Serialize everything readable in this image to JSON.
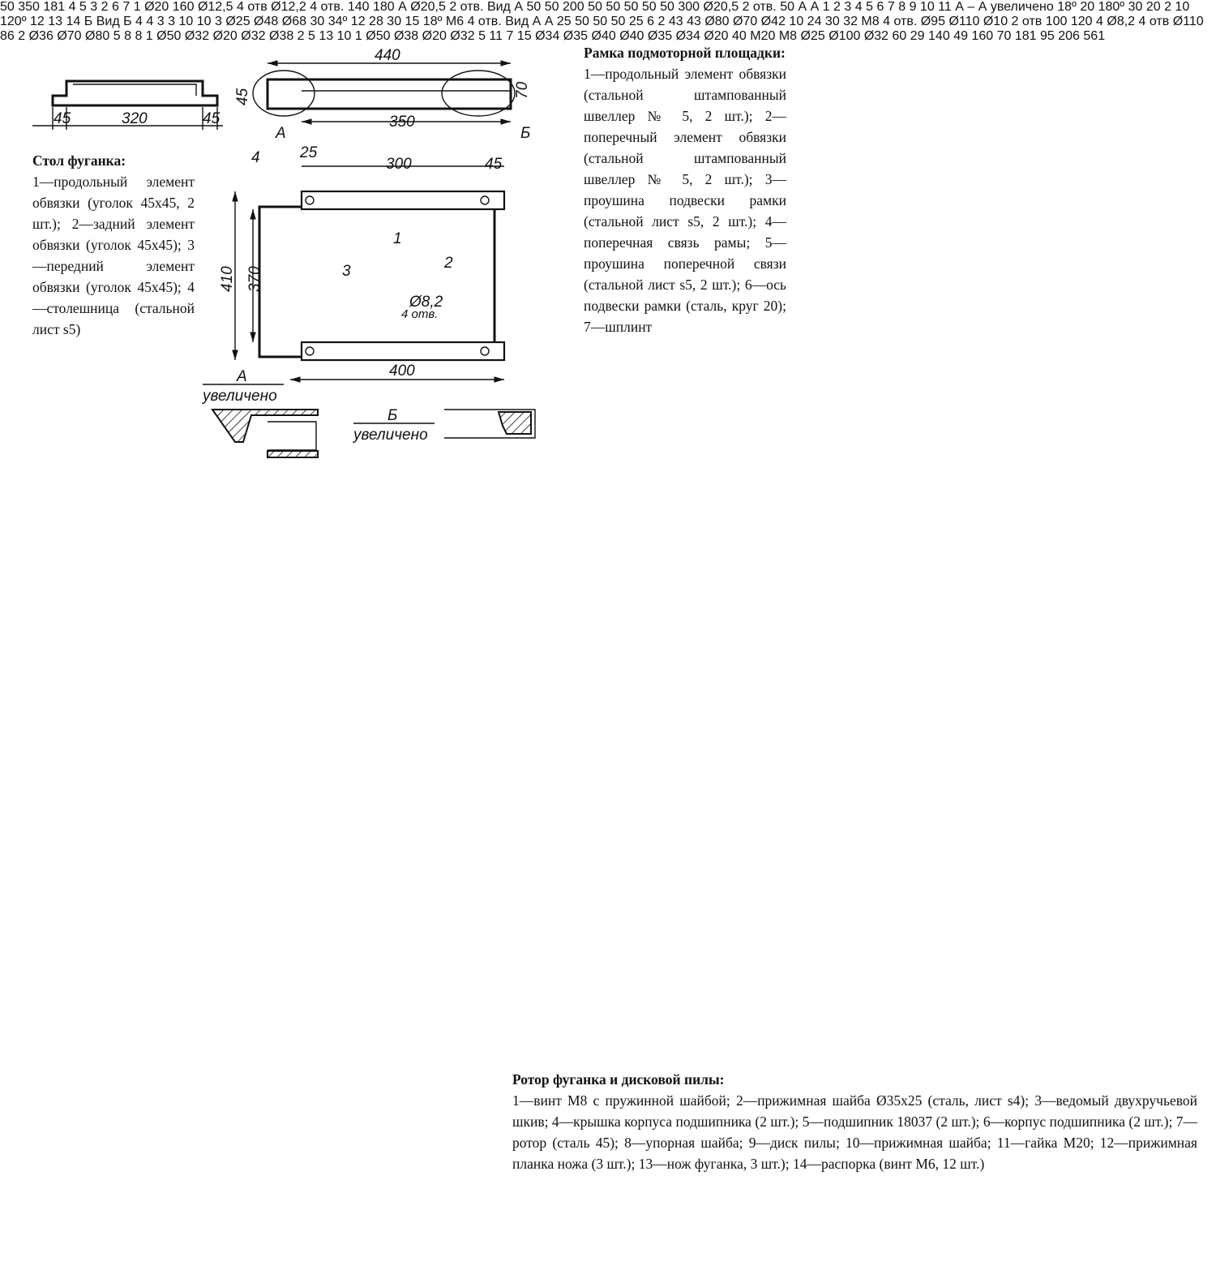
{
  "captions": {
    "table": {
      "title": "Стол фуганка:",
      "body": "1—продольный элемент обвязки (уголок 45х45, 2 шт.); 2—задний элемент обвязки (уголок 45х45); 3—передний элемент обвязки (уголок 45х45); 4—столешница (стальной лист s5)"
    },
    "frame": {
      "title": "Рамка подмоторной площадки:",
      "body": "1—продольный элемент обвязки (стальной штампованный швеллер № 5, 2 шт.); 2—поперечный элемент обвязки (стальной штампованный швеллер № 5, 2 шт.); 3—проушина подвески рамки (стальной лист s5, 2 шт.); 4—поперечная связь рамы; 5—проушина поперечной связи (стальной лист s5, 2 шт.); 6—ось подвески рамки (сталь, круг 20); 7—шплинт"
    },
    "rotor": {
      "title": "Ротор фуганка и дисковой пилы:",
      "body": "1—винт М8 с пружинной шайбой; 2—прижимная шайба Ø35х25 (сталь, лист s4); 3—ведомый двухручьевой шкив; 4—крышка корпуса подшипника (2 шт.); 5—подшипник 18037 (2 шт.); 6—корпус подшипника (2 шт.); 7—ротор (сталь 45); 8—упорная шайба; 9—диск пилы; 10—прижимная шайба; 11—гайка М20; 12—прижимная планка ножа (3 шт.); 13—нож фуганка, 3 шт.); 14—распорка (винт М6, 12 шт.)"
    }
  },
  "table_drawing": {
    "dims": [
      "45",
      "320",
      "45",
      "440",
      "45",
      "70",
      "350",
      "25",
      "300",
      "45",
      "410",
      "370",
      "Ø8,2",
      "4 отв.",
      "400"
    ],
    "parts": [
      "1",
      "2",
      "3",
      "4"
    ],
    "views": [
      "А",
      "Б",
      "А",
      "увеличено",
      "Б",
      "увеличено"
    ]
  },
  "frame_drawing": {
    "dims": [
      "50",
      "350",
      "181",
      "160",
      "Ø12,5",
      "4 отв",
      "Ø12,2",
      "4 отв.",
      "140",
      "180",
      "Ø20",
      "Ø20,5",
      "2 отв.",
      "Вид А",
      "50",
      "50",
      "200",
      "50",
      "50",
      "50",
      "50",
      "50",
      "300",
      "Ø20,5",
      "2 отв.",
      "50"
    ],
    "parts": [
      "4",
      "5",
      "3",
      "2",
      "6",
      "7",
      "1"
    ],
    "arrow": "А"
  },
  "rotor_assembly": {
    "parts": [
      "1",
      "2",
      "3",
      "4",
      "5",
      "6",
      "7",
      "8",
      "9",
      "10",
      "11"
    ],
    "section": [
      "А",
      "А"
    ]
  },
  "section_aa": {
    "title": "А – А",
    "sub": "увеличено",
    "dims": [
      "18º",
      "20",
      "180º",
      "30",
      "20",
      "2",
      "10",
      "120º",
      "12",
      "13",
      "14"
    ],
    "vid_b": "Вид Б",
    "b_dims": [
      "4",
      "4"
    ],
    "arrow_b": "Б"
  },
  "pulley": {
    "id": "3",
    "dims": [
      "3",
      "10",
      "10",
      "3",
      "Ø25",
      "Ø48",
      "Ø68",
      "30",
      "34º"
    ]
  },
  "clamp_strip": {
    "id": "12",
    "dims": [
      "28",
      "30",
      "15",
      "18º",
      "М6",
      "4 отв.",
      "Вид А",
      "А",
      "25",
      "50",
      "50",
      "50",
      "25"
    ]
  },
  "housing": {
    "id": "6",
    "dims": [
      "2",
      "43",
      "43",
      "Ø80",
      "Ø70",
      "Ø42",
      "10",
      "24",
      "30",
      "32",
      "М8",
      "4 отв.",
      "Ø95",
      "Ø110",
      "Ø10",
      "2 отв",
      "100",
      "120"
    ]
  },
  "cover": {
    "id": "4",
    "dims": [
      "Ø8,2",
      "4 отв",
      "Ø110",
      "86",
      "2",
      "Ø36",
      "Ø70",
      "Ø80",
      "5",
      "8"
    ]
  },
  "washer8": {
    "id": "8",
    "dims": [
      "1",
      "Ø50",
      "Ø32",
      "Ø20",
      "Ø32",
      "Ø38",
      "2",
      "5",
      "13"
    ]
  },
  "washer10": {
    "id": "10",
    "dims": [
      "1",
      "Ø50",
      "Ø38",
      "Ø20",
      "Ø32",
      "5",
      "11"
    ]
  },
  "shaft": {
    "id": "7",
    "dims": [
      "15",
      "Ø34",
      "Ø35",
      "Ø40",
      "Ø40",
      "Ø35",
      "Ø34",
      "Ø20",
      "40",
      "М20",
      "М8",
      "Ø25",
      "Ø100",
      "Ø32",
      "60",
      "29",
      "140",
      "49",
      "160",
      "70",
      "181",
      "95",
      "206",
      "561"
    ]
  }
}
